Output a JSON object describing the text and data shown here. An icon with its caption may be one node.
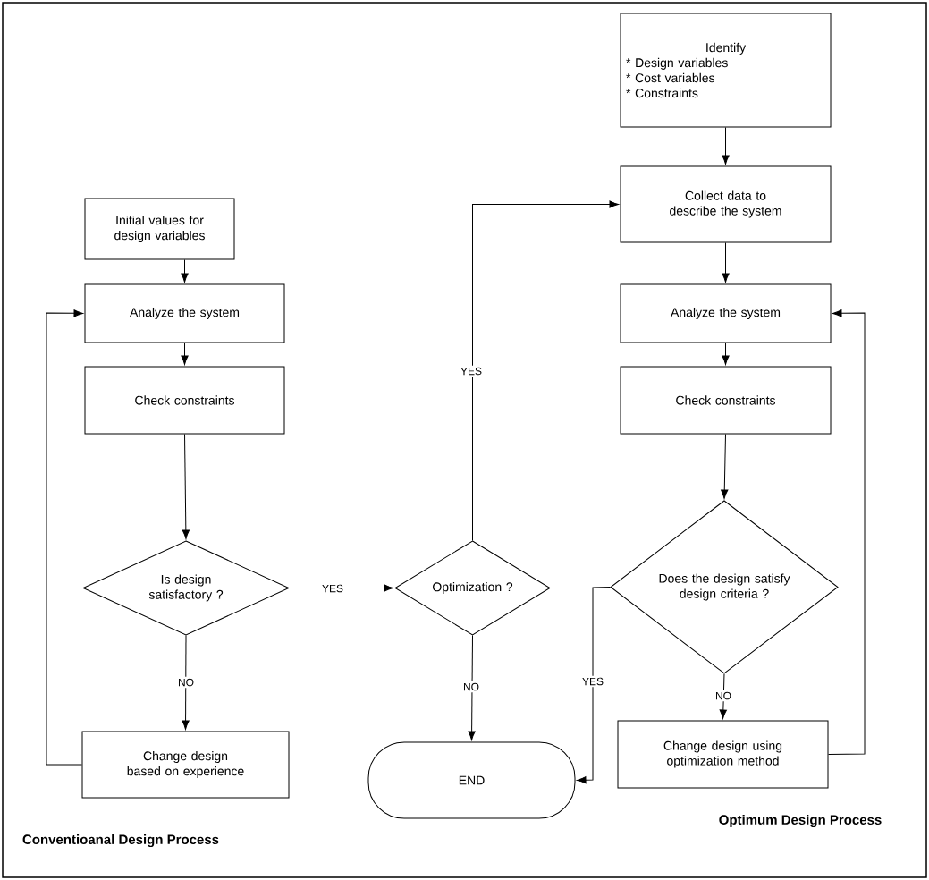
{
  "diagram": {
    "nodes": [
      {
        "text": [
          "Initial values for design variables"
        ]
      },
      {
        "text": [
          "Analyze the system"
        ]
      },
      {
        "text": [
          "Check constraints"
        ]
      },
      {
        "text": [
          "Is design satisfactory ?"
        ]
      },
      {
        "text": [
          "Change design based on experience"
        ]
      },
      {
        "text": [
          "Optimization ?"
        ]
      },
      {
        "text": [
          "END"
        ]
      },
      {
        "text": [
          "Identify",
          "* Design variables",
          "* Cost variables",
          "* Constraints"
        ]
      },
      {
        "text": [
          "Collect data to describe the system"
        ]
      },
      {
        "text": [
          "Analyze the system"
        ]
      },
      {
        "text": [
          "Check constraints"
        ]
      },
      {
        "text": [
          "Does the design satisfy design criteria ?"
        ]
      },
      {
        "text": [
          "Change design using optimization method"
        ]
      }
    ],
    "edges": [
      {
        "from": 0,
        "to": 1,
        "arrow": "to"
      },
      {
        "from": 1,
        "to": 2,
        "arrow": "to"
      },
      {
        "from": 2,
        "to": 3,
        "arrow": "to"
      },
      {
        "from": 3,
        "to": 5,
        "arrow": "to",
        "label": "YES"
      },
      {
        "from": 3,
        "to": 4,
        "arrow": "to",
        "label": "NO"
      },
      {
        "from": 4,
        "to": 1,
        "arrow": "to"
      },
      {
        "from": 5,
        "to": 8,
        "arrow": "to",
        "label": "YES"
      },
      {
        "from": 5,
        "to": 6,
        "arrow": "to",
        "label": "NO"
      },
      {
        "from": 7,
        "to": 8,
        "arrow": "to"
      },
      {
        "from": 8,
        "to": 9,
        "arrow": "to"
      },
      {
        "from": 9,
        "to": 10,
        "arrow": "to"
      },
      {
        "from": 10,
        "to": 11,
        "arrow": "to"
      },
      {
        "from": 11,
        "to": 12,
        "arrow": "to",
        "label": "NO"
      },
      {
        "from": 11,
        "to": 6,
        "arrow": "to",
        "label": "YES"
      },
      {
        "from": 12,
        "to": 9,
        "arrow": "to"
      }
    ],
    "labels": [
      "Optimum Design Process",
      "Conventioanal Design Process"
    ]
  }
}
